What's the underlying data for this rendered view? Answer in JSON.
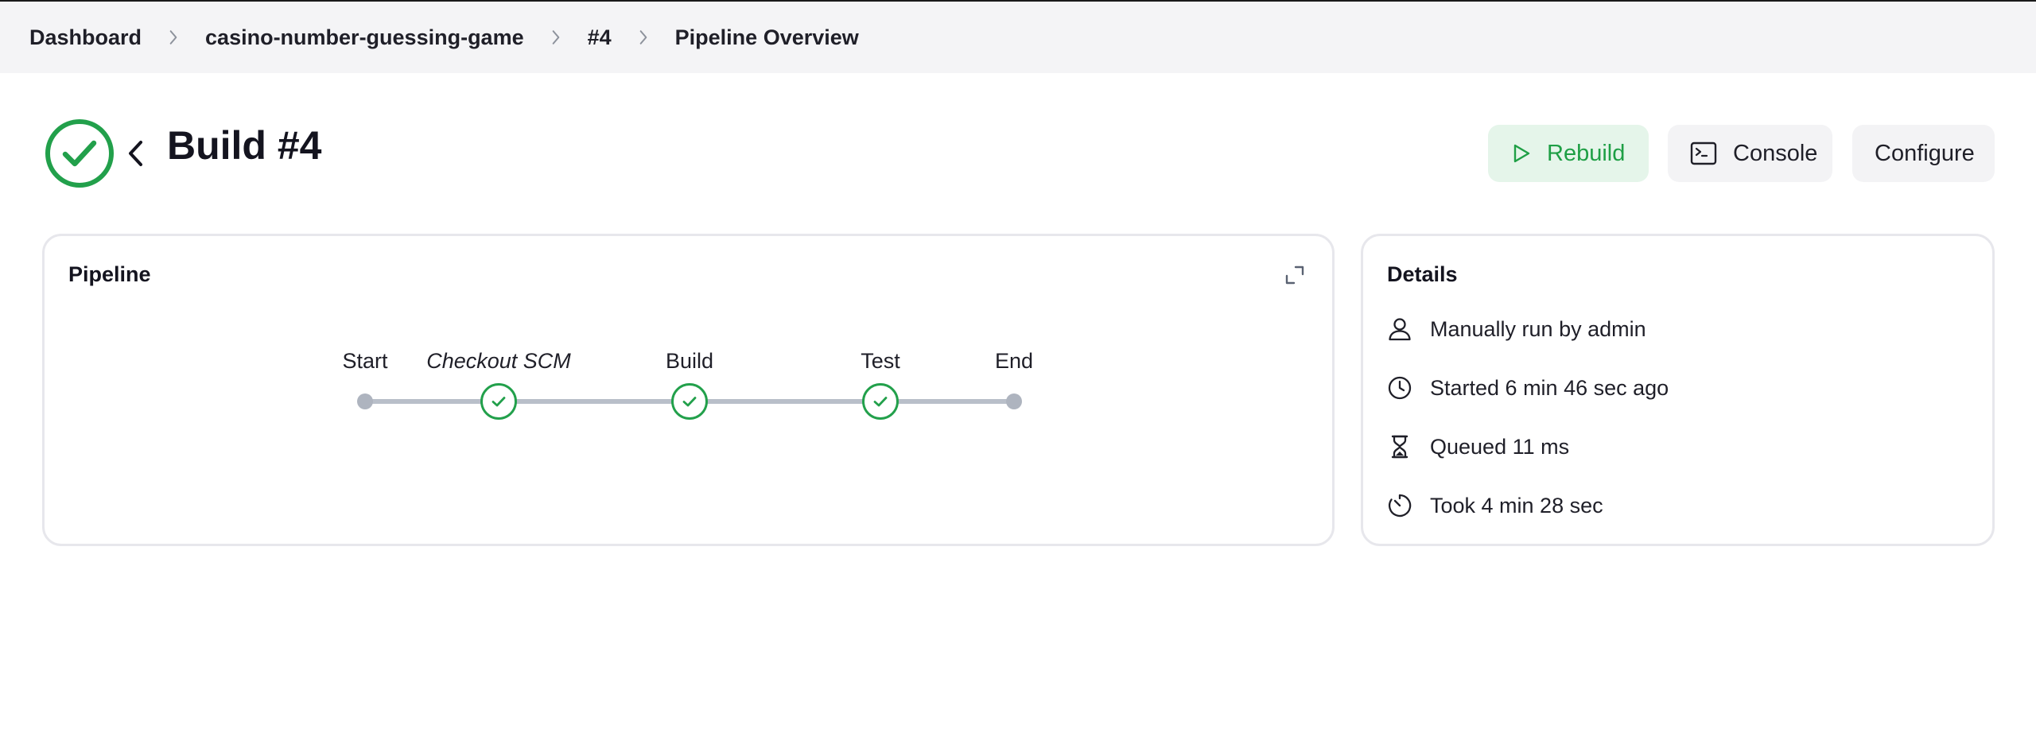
{
  "breadcrumb": {
    "items": [
      {
        "label": "Dashboard"
      },
      {
        "label": "casino-number-guessing-game"
      },
      {
        "label": "#4"
      },
      {
        "label": "Pipeline Overview"
      }
    ]
  },
  "header": {
    "title": "Build #4",
    "status_icon": "success-check-circle-icon",
    "status_color": "#22a04b"
  },
  "actions": {
    "rebuild_label": "Rebuild",
    "console_label": "Console",
    "configure_label": "Configure"
  },
  "pipeline": {
    "title": "Pipeline",
    "stages": [
      {
        "label": "Start",
        "type": "terminal"
      },
      {
        "label": "Checkout SCM",
        "type": "stage",
        "status": "success"
      },
      {
        "label": "Build",
        "type": "stage",
        "status": "success"
      },
      {
        "label": "Test",
        "type": "stage",
        "status": "success"
      },
      {
        "label": "End",
        "type": "terminal"
      }
    ]
  },
  "details": {
    "title": "Details",
    "rows": [
      {
        "icon": "user-icon",
        "text": "Manually run by admin"
      },
      {
        "icon": "clock-icon",
        "text": "Started 6 min 46 sec ago"
      },
      {
        "icon": "hourglass-icon",
        "text": "Queued 11 ms"
      },
      {
        "icon": "timer-icon",
        "text": "Took 4 min 28 sec"
      }
    ]
  },
  "colors": {
    "success": "#22a04b",
    "rebuild_bg": "#e5f5ea",
    "breadcrumb_bg": "#f4f4f6",
    "track": "#b9bfc9"
  }
}
